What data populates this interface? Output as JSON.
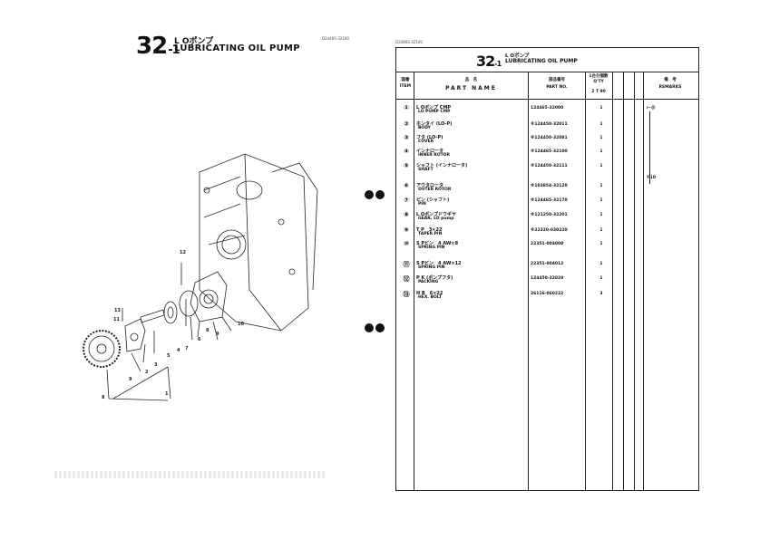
{
  "left_page": {
    "number": "32",
    "number_sub": "-1",
    "title_jp": "L Oポンプ",
    "title_en": "LUBRICATING OIL PUMP",
    "code": "D2446S-32100",
    "callouts": [
      "12",
      "13",
      "11",
      "7",
      "6",
      "10",
      "8",
      "9",
      "5",
      "4",
      "3",
      "2",
      "1",
      "9",
      "8"
    ]
  },
  "right_page": {
    "code": "D2446S-32100",
    "number": "32",
    "number_sub": "-1",
    "title_jp": "L Oポンプ",
    "title_en": "LUBRICATING OIL PUMP",
    "headers": {
      "item_jp": "図番",
      "item_en": "ITEM",
      "name_jp": "品　名",
      "name_en": "PART NAME",
      "partno_jp": "部品番号",
      "partno_en": "PART NO.",
      "qty_jp": "1台分個数",
      "qty_en": "Q'TY",
      "qty_sub": "2 T 90",
      "remarks_jp": "備　考",
      "remarks_en": "REMARKS"
    },
    "rows": [
      {
        "item": "①",
        "jp": "L Oポンプ CMP",
        "en": "LO PUMP CMP",
        "part": "124465-32000",
        "qty": "1"
      },
      {
        "item": "②",
        "jp": "ホンタイ (LO-P)",
        "en": "BODY",
        "part": "※124450-32011",
        "qty": "1"
      },
      {
        "item": "③",
        "jp": "フタ (LO-P)",
        "en": "COVER",
        "part": "※124450-32081",
        "qty": "1"
      },
      {
        "item": "④",
        "jp": "インナロータ",
        "en": "INNER ROTOR",
        "part": "※124465-32100",
        "qty": "1"
      },
      {
        "item": "⑤",
        "jp": "シャフト (インナロータ)",
        "en": "SHAFT",
        "part": "※124450-32111",
        "qty": "1"
      },
      {
        "item": "⑥",
        "jp": "アウタロータ",
        "en": "OUTER ROTOR",
        "part": "※103854-32120",
        "qty": "1"
      },
      {
        "item": "⑦",
        "jp": "ピン (シャフト)",
        "en": "PIN",
        "part": "※124465-32170",
        "qty": "1"
      },
      {
        "item": "⑧",
        "jp": "L Oポンプドウギヤ",
        "en": "GEAR, LO pump",
        "part": "※121250-32201",
        "qty": "1"
      },
      {
        "item": "⑨",
        "jp": "T P　3×22",
        "en": "TAPER PIN",
        "part": "※22320-030220",
        "qty": "1"
      },
      {
        "item": "⑩",
        "jp": "S Pピン　4 AW×8",
        "en": "SPRING PIN",
        "part": "22351-004008",
        "qty": "1"
      },
      {
        "item": "⑪",
        "jp": "S Pピン　4 AW×12",
        "en": "SPRING PIN",
        "part": "22351-004012",
        "qty": "1"
      },
      {
        "item": "⑫",
        "jp": "P K (ポンプフタ)",
        "en": "PACKING",
        "part": "124450-32020",
        "qty": "1"
      },
      {
        "item": "⑬",
        "jp": "H B　6×22",
        "en": "HEX. BOLT",
        "part": "26116-060222",
        "qty": "3"
      }
    ],
    "remarks": [
      "ℓ~⑬",
      "Y-1D"
    ]
  }
}
